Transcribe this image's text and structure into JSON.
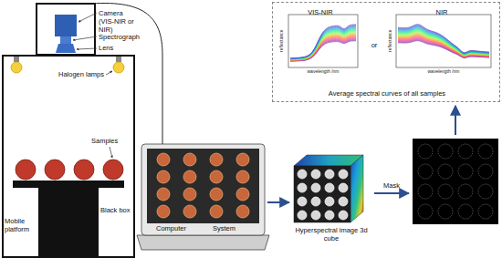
{
  "diagram": {
    "nodes": [
      {
        "text": [
          "Black box"
        ]
      },
      {
        "text": [
          "Computer",
          "System"
        ]
      },
      {
        "text": [
          "Hyperspectral image 3d cube"
        ]
      },
      {
        "text": [
          "or",
          "Average spectral curves of all samples"
        ]
      },
      {
        "text": [
          "VIS-NIR"
        ],
        "in": 3
      },
      {
        "text": [
          "NIR"
        ],
        "in": 3
      }
    ],
    "edges": [
      {
        "from": 1,
        "to": 2,
        "arrow": "to"
      }
    ],
    "labels": [
      "Camera (VIS-NIR or NIR)",
      "Spectrograph",
      "Lens",
      "Halogen lamps",
      "Samples",
      "Mobile platform",
      "Mask",
      "wavelength /nm",
      "reflectance",
      "wavelength /nm",
      "reflectance"
    ]
  }
}
